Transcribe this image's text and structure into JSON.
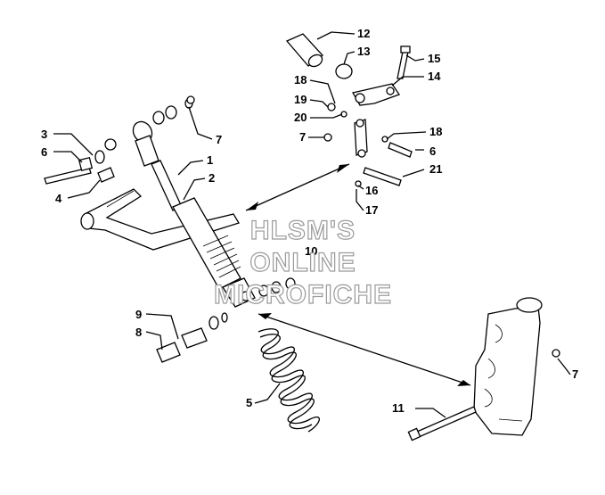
{
  "watermark": {
    "line1": "HLSM'S",
    "line2": "ONLINE",
    "line3": "MICROFICHE"
  },
  "callouts": [
    {
      "id": "1",
      "text": "1"
    },
    {
      "id": "2",
      "text": "2"
    },
    {
      "id": "3",
      "text": "3"
    },
    {
      "id": "4",
      "text": "4"
    },
    {
      "id": "5",
      "text": "5"
    },
    {
      "id": "6a",
      "text": "6"
    },
    {
      "id": "6b",
      "text": "6"
    },
    {
      "id": "7a",
      "text": "7"
    },
    {
      "id": "7b",
      "text": "7"
    },
    {
      "id": "7c",
      "text": "7"
    },
    {
      "id": "8",
      "text": "8"
    },
    {
      "id": "9",
      "text": "9"
    },
    {
      "id": "10",
      "text": "10"
    },
    {
      "id": "11",
      "text": "11"
    },
    {
      "id": "12",
      "text": "12"
    },
    {
      "id": "13",
      "text": "13"
    },
    {
      "id": "14",
      "text": "14"
    },
    {
      "id": "15",
      "text": "15"
    },
    {
      "id": "16",
      "text": "16"
    },
    {
      "id": "17",
      "text": "17"
    },
    {
      "id": "18a",
      "text": "18"
    },
    {
      "id": "18b",
      "text": "18"
    },
    {
      "id": "19",
      "text": "19"
    },
    {
      "id": "20",
      "text": "20"
    },
    {
      "id": "21",
      "text": "21"
    }
  ]
}
